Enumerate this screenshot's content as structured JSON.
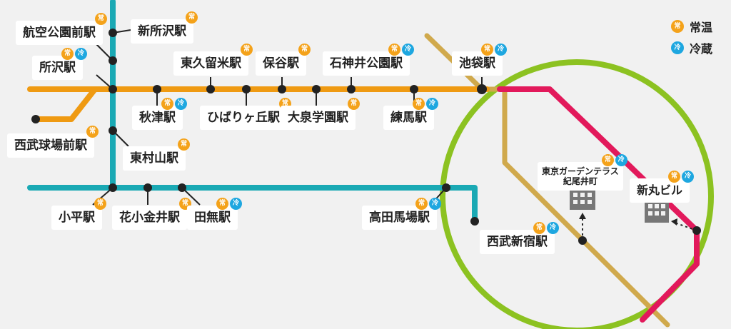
{
  "colors": {
    "seibu_ikebukuro": "#ef9a12",
    "seibu_shinjuku": "#1aa9b4",
    "yamanote": "#8cc221",
    "fukutoshin": "#d0a94c",
    "marunouchi": "#e2195b",
    "station": "#222222",
    "badge_jo": "#f4a21a",
    "badge_rei": "#1ea7e0"
  },
  "legend": {
    "jo_label": "常温",
    "rei_label": "冷蔵"
  },
  "badge_text": {
    "jo": "常",
    "rei": "冷"
  },
  "stations": [
    {
      "id": "kokukoen",
      "name": "航空公園前駅",
      "badges": [
        "jo"
      ]
    },
    {
      "id": "shintokorozawa",
      "name": "新所沢駅",
      "badges": [
        "jo"
      ]
    },
    {
      "id": "tokorozawa",
      "name": "所沢駅",
      "badges": [
        "jo",
        "rei"
      ]
    },
    {
      "id": "higashikurume",
      "name": "東久留米駅",
      "badges": [
        "jo"
      ]
    },
    {
      "id": "hoya",
      "name": "保谷駅",
      "badges": [
        "jo"
      ]
    },
    {
      "id": "shakujii",
      "name": "石神井公園駅",
      "badges": [
        "jo",
        "rei"
      ]
    },
    {
      "id": "ikebukuro",
      "name": "池袋駅",
      "badges": [
        "jo",
        "rei"
      ]
    },
    {
      "id": "akitsu",
      "name": "秋津駅",
      "badges": [
        "jo",
        "rei"
      ]
    },
    {
      "id": "hibarigaoka",
      "name": "ひばりヶ丘駅",
      "badges": [
        "jo"
      ]
    },
    {
      "id": "oizumi",
      "name": "大泉学園駅",
      "badges": [
        "jo"
      ]
    },
    {
      "id": "nerima",
      "name": "練馬駅",
      "badges": [
        "jo",
        "rei"
      ]
    },
    {
      "id": "seibukyujo",
      "name": "西武球場前駅",
      "badges": [
        "jo"
      ]
    },
    {
      "id": "higashimurayama",
      "name": "東村山駅",
      "badges": [
        "jo"
      ]
    },
    {
      "id": "kodaira",
      "name": "小平駅",
      "badges": [
        "jo"
      ]
    },
    {
      "id": "hanakoganei",
      "name": "花小金井駅",
      "badges": [
        "jo"
      ]
    },
    {
      "id": "tanashi",
      "name": "田無駅",
      "badges": [
        "jo",
        "rei"
      ]
    },
    {
      "id": "takadanobaba",
      "name": "高田馬場駅",
      "badges": [
        "jo",
        "rei"
      ]
    },
    {
      "id": "seibushinjuku",
      "name": "西武新宿駅",
      "badges": [
        "jo",
        "rei"
      ]
    }
  ],
  "buildings": [
    {
      "id": "kioi",
      "name_line1": "東京ガーデンテラス",
      "name_line2": "紀尾井町",
      "badges": [
        "jo",
        "rei"
      ]
    },
    {
      "id": "shinmaru",
      "name": "新丸ビル",
      "badges": [
        "jo",
        "rei"
      ]
    }
  ]
}
